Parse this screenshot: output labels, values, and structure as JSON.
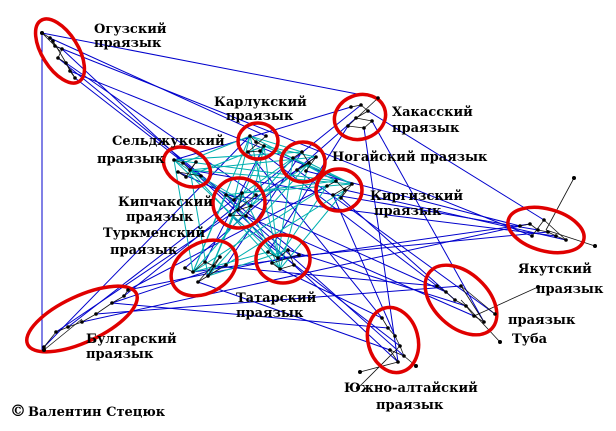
{
  "diagram": {
    "colors": {
      "background": "#ffffff",
      "links": "#0000cc",
      "core_links": "#00b0b0",
      "clusters": "#e00000",
      "points": "#000000"
    },
    "clusters": [
      {
        "id": "oguz",
        "label_lines": [
          "Огузский",
          "праязык"
        ]
      },
      {
        "id": "karluk",
        "label_lines": [
          "Карлукский",
          "праязык"
        ]
      },
      {
        "id": "khakas",
        "label_lines": [
          "Хакасский",
          "праязык"
        ]
      },
      {
        "id": "seljuk",
        "label_lines": [
          "Сельджукский",
          "праязык"
        ]
      },
      {
        "id": "nogai",
        "label_lines": [
          "Ногайский праязык"
        ]
      },
      {
        "id": "kipchak",
        "label_lines": [
          "Кипчакский",
          "праязык"
        ]
      },
      {
        "id": "kyrgyz",
        "label_lines": [
          "Киргизский",
          "праязык"
        ]
      },
      {
        "id": "turkmen",
        "label_lines": [
          "Туркменский",
          "праязык"
        ]
      },
      {
        "id": "tatar",
        "label_lines": [
          "Татарский",
          "праязык"
        ]
      },
      {
        "id": "yakut",
        "label_lines": [
          "Якутский",
          "праязык"
        ]
      },
      {
        "id": "bulgar",
        "label_lines": [
          "Булгарский",
          "праязык"
        ]
      },
      {
        "id": "tuva",
        "label_lines": [
          "праязык",
          "Туба"
        ]
      },
      {
        "id": "southaltai",
        "label_lines": [
          "Южно-алтайский",
          "праязык"
        ]
      }
    ],
    "copyright": {
      "symbol": "©",
      "author": "Валентин Стецюк"
    }
  }
}
